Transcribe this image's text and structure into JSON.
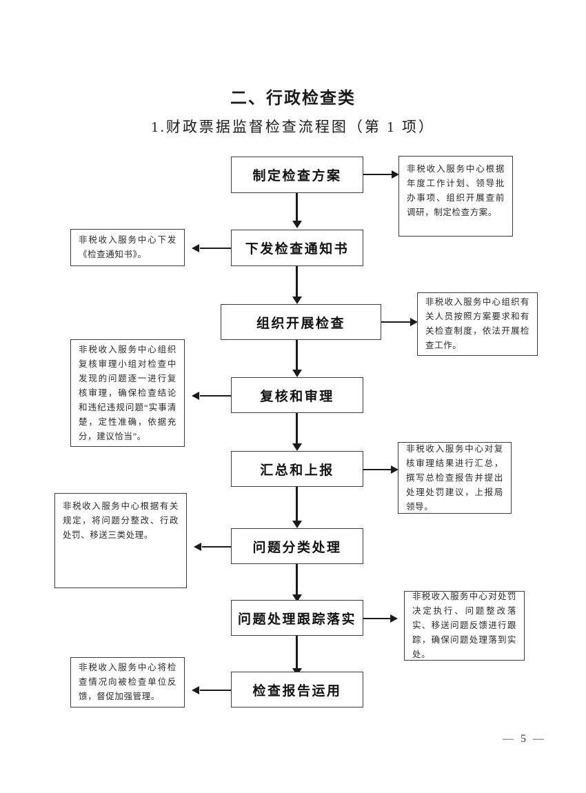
{
  "document": {
    "title": "二、行政检查类",
    "subtitle": "1.财政票据监督检查流程图（第 1 项）",
    "footer": "— 5 —"
  },
  "flowchart": {
    "type": "vertical-process-flow",
    "steps": [
      {
        "id": "step-1",
        "label": "制定检查方案",
        "note_side": "right",
        "note": "非税收入服务中心根据年度工作计划、领导批办事项、组织开展查前调研，制定检查方案。"
      },
      {
        "id": "step-2",
        "label": "下发检查通知书",
        "note_side": "left",
        "note": "非税收入服务中心下发《检查通知书》。"
      },
      {
        "id": "step-3",
        "label": "组织开展检查",
        "note_side": "right",
        "note": "非税收入服务中心组织有关人员按照方案要求和有关检查制度，依法开展检查工作。"
      },
      {
        "id": "step-4",
        "label": "复核和审理",
        "note_side": "left",
        "note": "非税收入服务中心组织复核审理小组对检查中发现的问题逐一进行复核审理，确保检查结论和违纪违规问题“实事清楚，定性准确，依据充分，建议恰当”。"
      },
      {
        "id": "step-5",
        "label": "汇总和上报",
        "note_side": "right",
        "note": "非税收入服务中心对复核审理结果进行汇总，撰写总检查报告并提出处理处罚建议，上报局领导。"
      },
      {
        "id": "step-6",
        "label": "问题分类处理",
        "note_side": "left",
        "note": "非税收入服务中心根据有关规定，将问题分整改、行政处罚、移送三类处理。"
      },
      {
        "id": "step-7",
        "label": "问题处理跟踪落实",
        "note_side": "right",
        "note": "非税收入服务中心对处罚决定执行、问题整改落实、移送问题反馈进行跟踪，确保问题处理落到实处。"
      },
      {
        "id": "step-8",
        "label": "检查报告运用",
        "note_side": "left",
        "note": "非税收入服务中心将检查情况向被检查单位反馈，督促加强管理。"
      }
    ]
  }
}
